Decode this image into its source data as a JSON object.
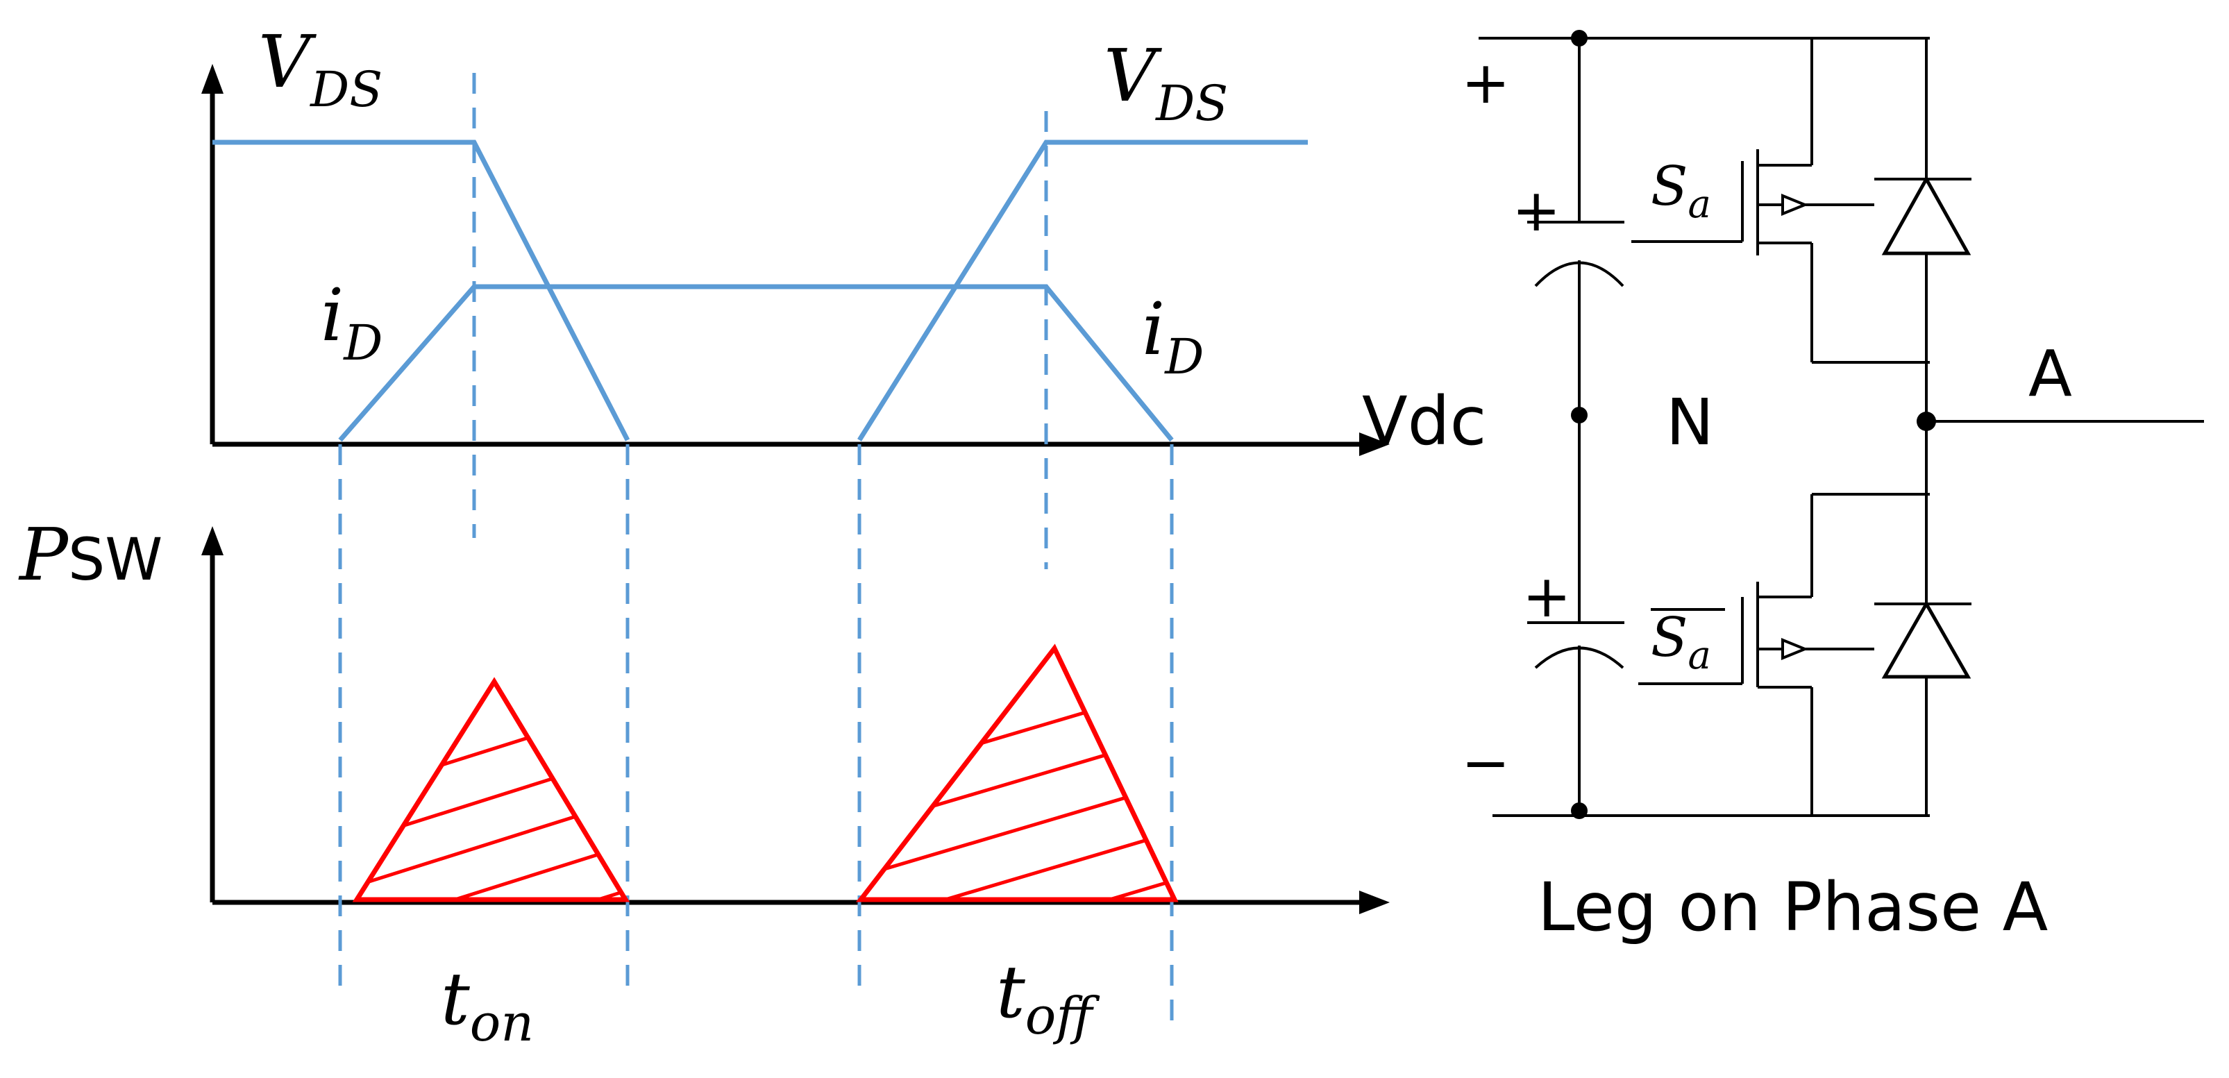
{
  "waveform": {
    "vds_top_left": {
      "main": "V",
      "sub": "DS"
    },
    "vds_top_right": {
      "main": "V",
      "sub": "DS"
    },
    "id_left": {
      "main": "i",
      "sub": "D"
    },
    "id_right": {
      "main": "i",
      "sub": "D"
    },
    "psw": {
      "main": "P",
      "rest": "SW"
    },
    "vdc": "Vdc",
    "t_on": {
      "main": "t",
      "sub": "on"
    },
    "t_off": {
      "main": "t",
      "sub": "off"
    }
  },
  "circuit": {
    "plus_top": "+",
    "minus_bottom": "−",
    "cap_top_plus": "+",
    "cap_bottom_plus": "+",
    "switch_top": {
      "main": "S",
      "sub": "a"
    },
    "switch_bottom": {
      "main": "S",
      "sub": "a"
    },
    "node_n": "N",
    "output_a": "A",
    "caption": "Leg on Phase A"
  },
  "colors": {
    "waveform_blue": "#5B9BD5",
    "loss_red": "#FF0000",
    "axis_black": "#000000"
  }
}
